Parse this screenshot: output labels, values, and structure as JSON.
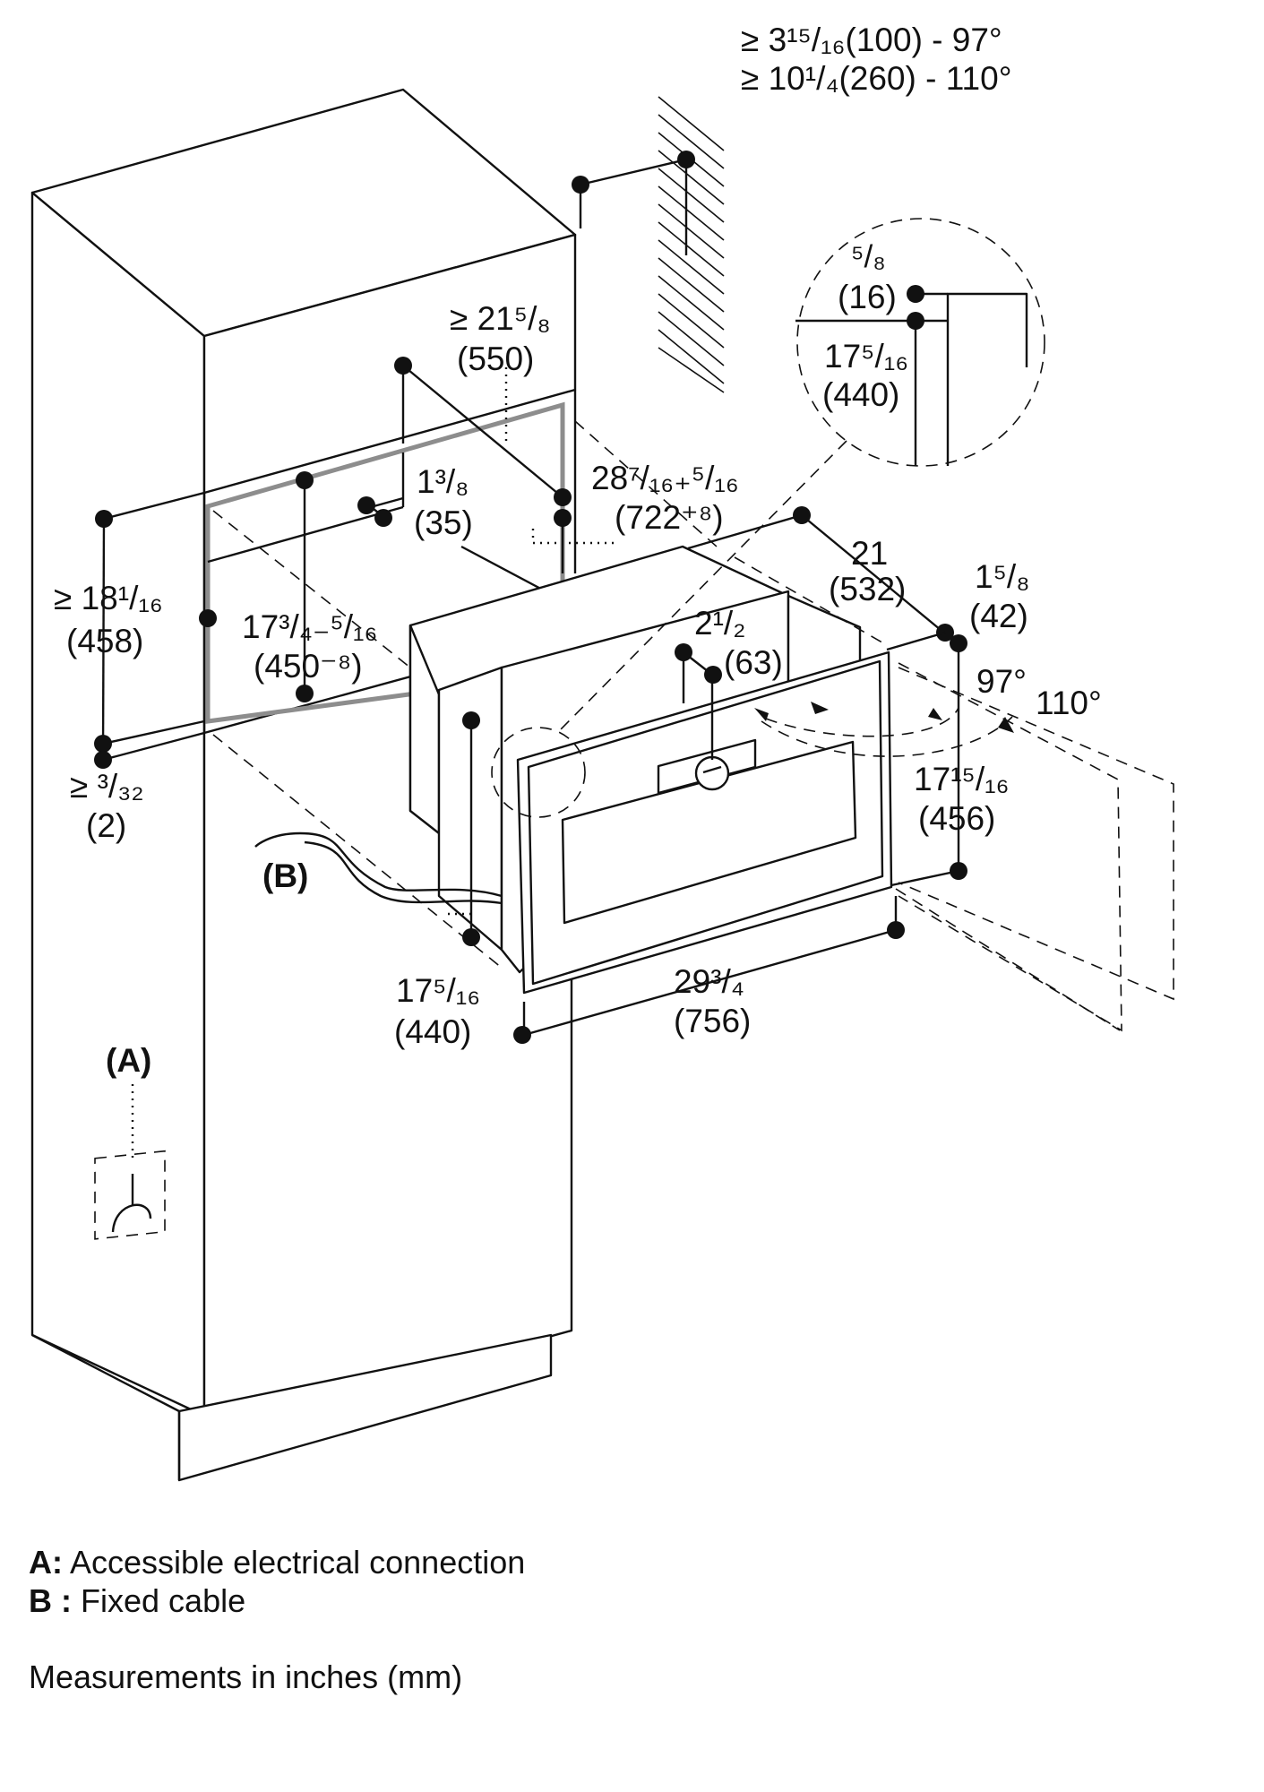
{
  "diagram": {
    "clearance": {
      "line1": "≥ 3¹⁵/₁₆(100) - 97°",
      "line2": "≥ 10¹/₄(260) - 110°"
    },
    "detail": {
      "top_inch": "⁵/₈",
      "top_mm": "(16)",
      "side_inch": "17⁵/₁₆",
      "side_mm": "(440)"
    },
    "dims": {
      "d_550_in": "≥ 21⁵/₈",
      "d_550_mm": "(550)",
      "d_35_in": "1³/₈",
      "d_35_mm": "(35)",
      "d_722_in": "28⁷/₁₆₊⁵/₁₆",
      "d_722_mm": "(722⁺⁸)",
      "d_532_in": "21",
      "d_532_mm": "(532)",
      "d_458_in": "≥ 18¹/₁₆",
      "d_458_mm": "(458)",
      "d_450_in": "17³/₄₋⁵/₁₆",
      "d_450_mm": "(450⁻⁸)",
      "d_63_in": "2¹/₂",
      "d_63_mm": "(63)",
      "d_42_in": "1⁵/₈",
      "d_42_mm": "(42)",
      "angle_97": "97°",
      "angle_110": "110°",
      "d_456_in": "17¹⁵/₁₆",
      "d_456_mm": "(456)",
      "d_2_in": "≥ ³/₃₂",
      "d_2_mm": "(2)",
      "d_440_in": "17⁵/₁₆",
      "d_440_mm": "(440)",
      "d_756_in": "29³/₄",
      "d_756_mm": "(756)",
      "label_b": "(B)",
      "label_a": "(A)"
    }
  },
  "legend": {
    "a_key": "A:",
    "a_text": "Accessible electrical connection",
    "b_key": "B :",
    "b_text": "Fixed cable",
    "note": "Measurements in inches (mm)"
  }
}
